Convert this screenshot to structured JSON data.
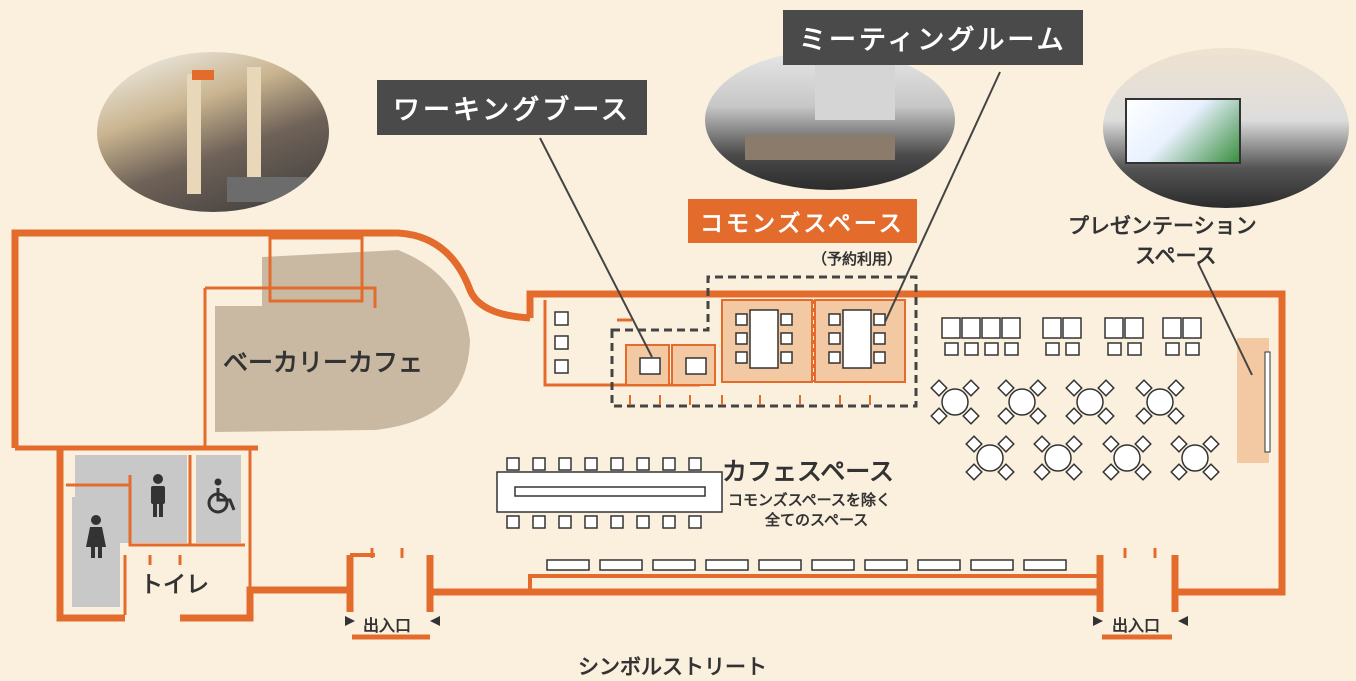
{
  "labels": {
    "meeting_room": "ミーティングルーム",
    "working_booth": "ワーキングブース",
    "commons_space": "コモンズスペース",
    "reservation": "（予約利用）",
    "presentation_line1": "プレゼンテーション",
    "presentation_line2": "スペース",
    "bakery_cafe": "ベーカリーカフェ",
    "cafe_space": "カフェスペース",
    "cafe_note_line1": "コモンズスペースを除く",
    "cafe_note_line2": "全てのスペース",
    "toilet": "トイレ",
    "entrance_left": "出入口",
    "entrance_right": "出入口",
    "street": "シンボルストリート"
  },
  "photos": {
    "top_left": "lobby-photo",
    "meeting": "meeting-photo",
    "presentation": "presentation-photo"
  },
  "icons": [
    "male-toilet-icon",
    "female-toilet-icon",
    "wheelchair-icon"
  ],
  "colors": {
    "background": "#fbf0de",
    "wall": "#e36b2c",
    "bakery": "#c9b9a3",
    "toilet": "#c8c8c8",
    "commons_fill": "#f2c9a2",
    "label_dark": "#4a4a4a"
  }
}
